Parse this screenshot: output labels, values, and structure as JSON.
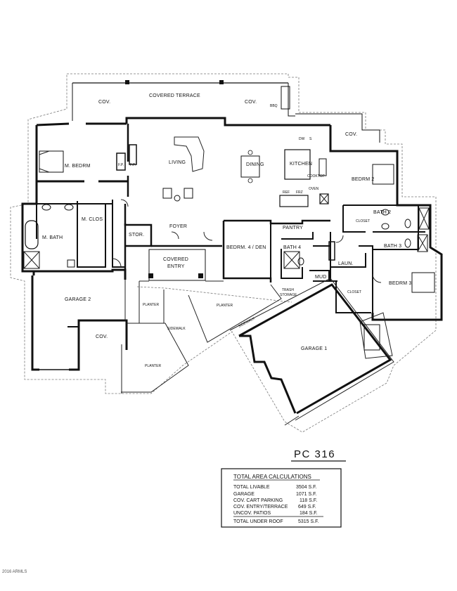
{
  "rooms": {
    "covered_terrace": "COVERED TERRACE",
    "cov_left": "COV.",
    "cov_right": "COV.",
    "bbq": "BBQ",
    "cov_east": "COV.",
    "master_bedroom": "M. BEDRM",
    "fp_1": "F.P.",
    "fp_2": "F.P.",
    "living": "LIVING",
    "dining": "DINING",
    "kitchen": "KITCHEN",
    "dw": "DW",
    "s": "S",
    "cooktop": "COOKTOP",
    "oven": "OVEN",
    "ref": "REF",
    "frz": "FRZ",
    "bedroom_2": "BEDRM 2",
    "bath_2": "BATH 2",
    "closet_bath2": "CLOSET",
    "bath_3": "BATH 3",
    "master_closet": "M. CLOS",
    "master_bath": "M. BATH",
    "storage": "STOR.",
    "foyer": "FOYER",
    "bedroom_4_den": "BEDRM. 4 / DEN",
    "pantry": "PANTRY",
    "bath_4": "BATH 4",
    "covered_entry_1": "COVERED",
    "covered_entry_2": "ENTRY",
    "laundry": "LAUN.",
    "mud": "MUD",
    "bedroom_3": "BEDRM 3",
    "closet_bed3": "CLOSET",
    "trash_storage_1": "TRASH",
    "trash_storage_2": "STORAGE",
    "garage_2": "GARAGE 2",
    "cov_garage": "COV.",
    "planter_1": "PLANTER",
    "planter_2": "PLANTER",
    "planter_3": "PLANTER",
    "sidewalk_1": "SIDEWALK",
    "sidewalk_2": "SIDEWALK",
    "garage_1": "GARAGE 1"
  },
  "plan_title": "PC 316",
  "area_table": {
    "heading": "TOTAL AREA CALCULATIONS",
    "rows": [
      {
        "label": "TOTAL LIVABLE",
        "value": "3504 S.F."
      },
      {
        "label": "GARAGE",
        "value": "1071 S.F."
      },
      {
        "label": "COV. CART PARKING",
        "value": "118 S.F."
      },
      {
        "label": "COV. ENTRY/TERRACE",
        "value": "649 S.F."
      },
      {
        "label": "UNCOV. PATIOS",
        "value": "184 S.F."
      },
      {
        "label": "TOTAL UNDER ROOF",
        "value": "5315 S.F."
      }
    ]
  },
  "copyright": "2016 ARMLS",
  "colors": {
    "ink": "#111111",
    "paper": "#ffffff"
  }
}
